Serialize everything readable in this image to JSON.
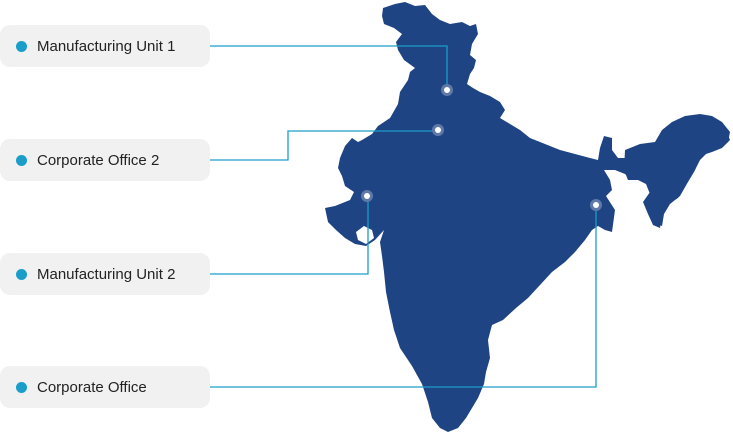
{
  "locations": [
    {
      "name": "Manufacturing Unit 1"
    },
    {
      "name": "Corporate Office 2"
    },
    {
      "name": "Manufacturing Unit 2"
    },
    {
      "name": "Corporate Office"
    }
  ],
  "colors": {
    "map_fill": "#1f4484",
    "connector_line": "#1a9ec9",
    "marker_dot": "#1a9ec9",
    "pill_background": "#f1f1f1"
  }
}
